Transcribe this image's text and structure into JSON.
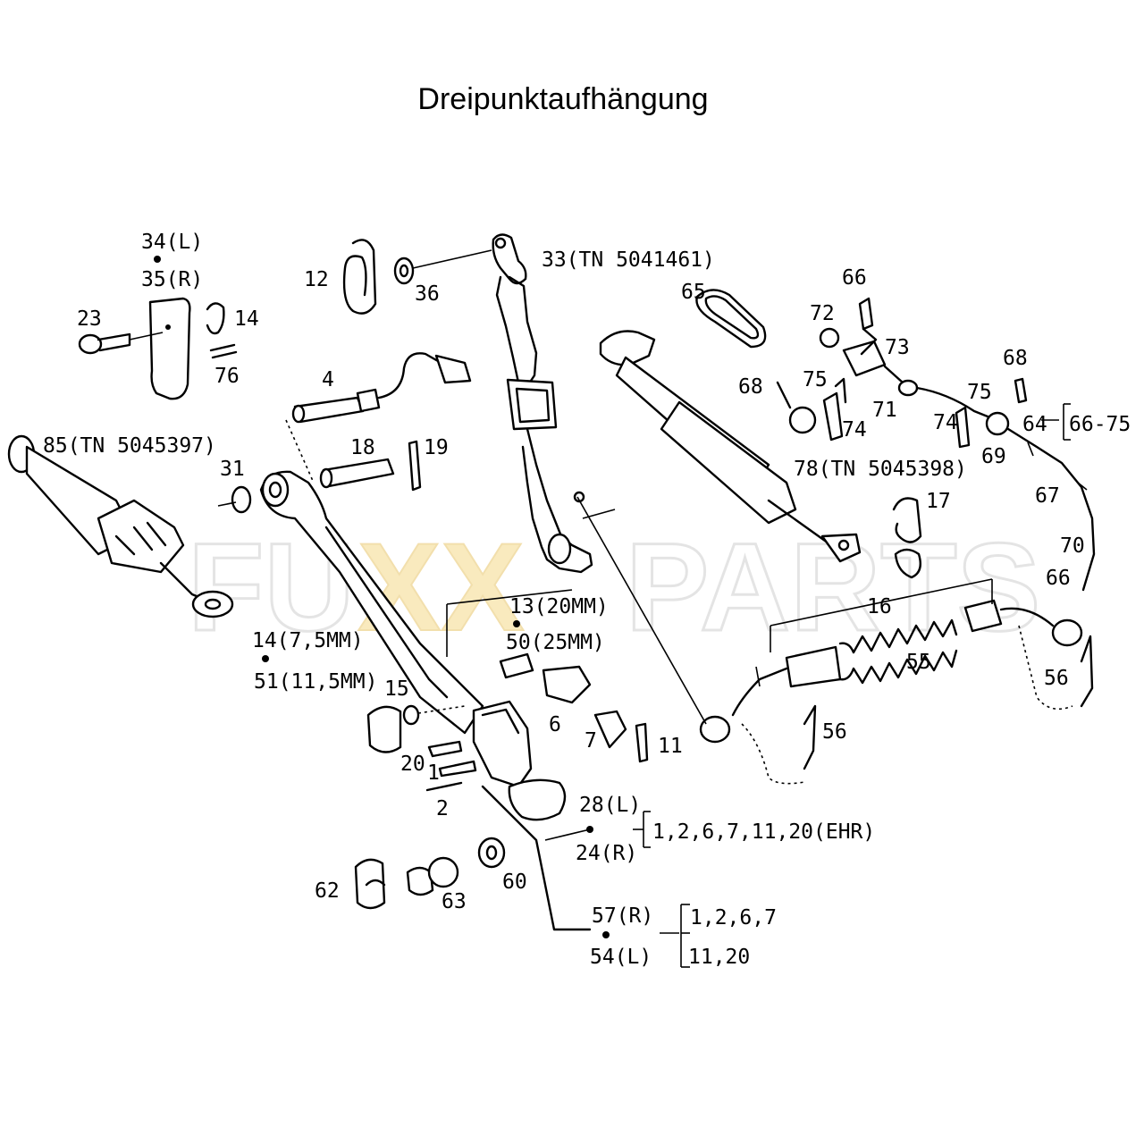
{
  "title": "Dreipunktaufhängung",
  "watermark": {
    "part1": "FU",
    "part2": "XX",
    "part3": "PARTS",
    "colors": {
      "outline": "#cfcfcf",
      "accent": "#f5d98a"
    }
  },
  "labels": {
    "l34": "34(L)",
    "l35": "35(R)",
    "l23": "23",
    "l14a": "14",
    "l76": "76",
    "l12": "12",
    "l36": "36",
    "l33": "33(TN 5041461)",
    "l65": "65",
    "l66a": "66",
    "l72": "72",
    "l73": "73",
    "l68a": "68",
    "l75a": "75",
    "l71": "71",
    "l74a": "74",
    "l68b": "68",
    "l75b": "75",
    "l74b": "74",
    "l64": "64",
    "l6675": "66-75",
    "l69": "69",
    "l4": "4",
    "l18": "18",
    "l19": "19",
    "l85": "85(TN 5045397)",
    "l31": "31",
    "l78": "78(TN 5045398)",
    "l17": "17",
    "l67": "67",
    "l70": "70",
    "l66b": "66",
    "l16": "16",
    "l13": "13(20MM)",
    "l50": "50(25MM)",
    "l14b": "14(7,5MM)",
    "l51": "51(11,5MM)",
    "l15": "15",
    "l55": "55",
    "l56a": "56",
    "l56b": "56",
    "l6": "6",
    "l7": "7",
    "l11": "11",
    "l20": "20",
    "l1": "1",
    "l2": "2",
    "l28": "28(L)",
    "l24": "24(R)",
    "l_ehr": "1,2,6,7,11,20(EHR)",
    "l62": "62",
    "l63": "63",
    "l60": "60",
    "l57": "57(R)",
    "l54": "54(L)",
    "l1267": "1,2,6,7",
    "l1120": "11,20"
  }
}
